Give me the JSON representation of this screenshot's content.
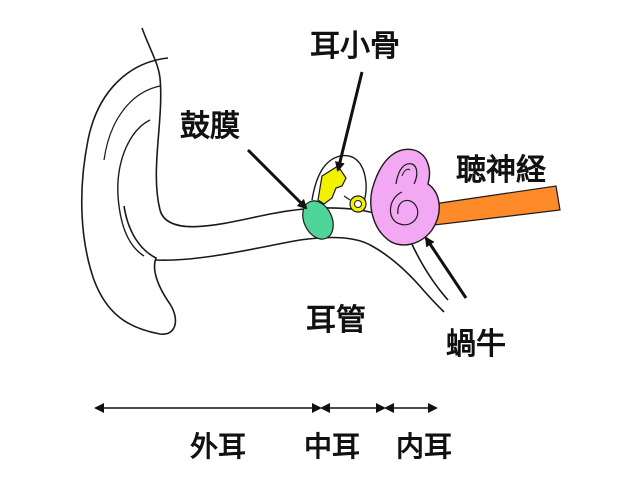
{
  "labels": {
    "ossicles": "耳小骨",
    "eardrum": "鼓膜",
    "auditory_nerve": "聴神経",
    "ear_canal": "耳管",
    "cochlea": "蝸牛"
  },
  "regions": {
    "outer": "外耳",
    "middle": "中耳",
    "inner": "内耳"
  },
  "colors": {
    "eardrum": "#4fd59a",
    "ossicles": "#f2f200",
    "cochlea": "#f2a8f2",
    "nerve": "#ff8a2a",
    "outline": "#1a1a1a"
  }
}
